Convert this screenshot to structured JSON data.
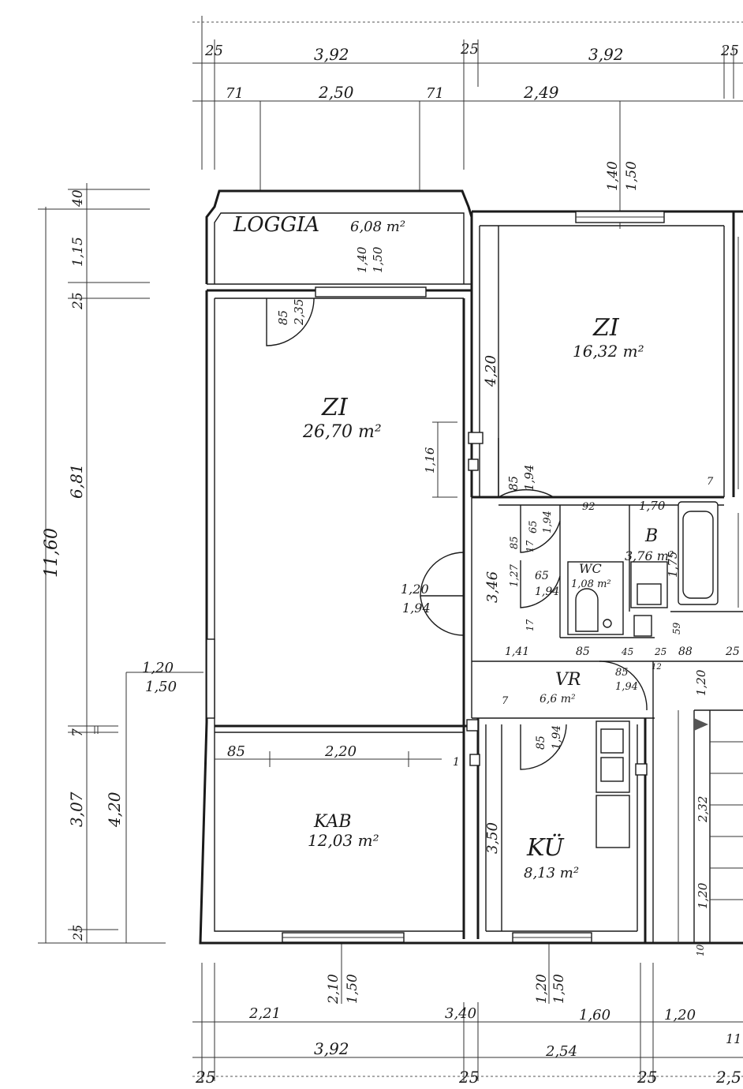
{
  "rooms": {
    "loggia": {
      "name": "LOGGIA",
      "area": "6,08 m²"
    },
    "zi_left": {
      "name": "ZI",
      "area": "26,70 m²"
    },
    "zi_right": {
      "name": "ZI",
      "area": "16,32 m²"
    },
    "kab": {
      "name": "KAB",
      "area": "12,03 m²"
    },
    "kue": {
      "name": "KÜ",
      "area": "8,13 m²"
    },
    "bad": {
      "name": "B",
      "area": "3,76 m²"
    },
    "wc": {
      "name": "WC",
      "area": "1,08 m²"
    },
    "vr": {
      "name": "VR",
      "area": "6,6 m²"
    }
  },
  "dims": {
    "top1": {
      "a": "25",
      "b": "3,92",
      "c": "25",
      "d": "3,92",
      "e": "25"
    },
    "top2": {
      "a": "71",
      "b": "2,50",
      "c": "71",
      "d": "2,49"
    },
    "left": {
      "a": "40",
      "b": "1,15",
      "c": "25",
      "d": "6,81",
      "e": "11,60",
      "f": "7",
      "g": "3,07",
      "h": "4,20",
      "i": "25"
    },
    "ext_window": {
      "a": "1,20",
      "b": "1,50"
    },
    "bottom1": {
      "a": "2,21",
      "b": "3,40",
      "c": "1,60",
      "d": "1,20",
      "e": "11"
    },
    "bottom2": {
      "a": "3,92",
      "b": "2,54"
    },
    "bottom3": {
      "a": "25",
      "b": "25",
      "c": "25",
      "d": "2,5"
    },
    "window_top_right": {
      "a": "1,40",
      "b": "1,50"
    },
    "window_loggia": {
      "a": "1,40",
      "b": "1,50"
    },
    "door_loggia": {
      "a": "85",
      "b": "2,35"
    },
    "window_bottom_left": {
      "a": "2,10",
      "b": "1,50"
    },
    "window_bottom_mid": {
      "a": "1,20",
      "b": "1,50"
    },
    "interior": {
      "zi_right_depth": "4,20",
      "zi_left_door_h": "1,16",
      "door_zi_right": {
        "a": "85",
        "b": "1,94"
      },
      "door_double": {
        "a": "1,20",
        "b": "1,94"
      },
      "hall_depth": "3,46",
      "bad_w1": "92",
      "bad_w2": "1,70",
      "bad_h": "1,75",
      "door_b": {
        "a": "65",
        "b": "1,94"
      },
      "door_wc": {
        "a": "65",
        "b": "1,94"
      },
      "wall_85": "85",
      "wall_127": "1,27",
      "wall_17a": "17",
      "wall_17b": "17",
      "hall_141": "1,41",
      "hall_85": "85",
      "hall_45": "45",
      "hall_25": "25",
      "hall_88": "88",
      "vr_door": {
        "a": "85",
        "b": "1,94"
      },
      "vr_h": "1,20",
      "kab_85": "85",
      "kab_220": "2,20",
      "kue_depth": "3,50",
      "kue_door": {
        "a": "85",
        "b": "1,94"
      },
      "stair_232": "2,32",
      "stair_120": "1,20",
      "num_7a": "7",
      "num_7b": "7",
      "num_12": "12",
      "num_1": "1",
      "num_10": "10",
      "num_59": "59",
      "num_25r": "25"
    }
  }
}
